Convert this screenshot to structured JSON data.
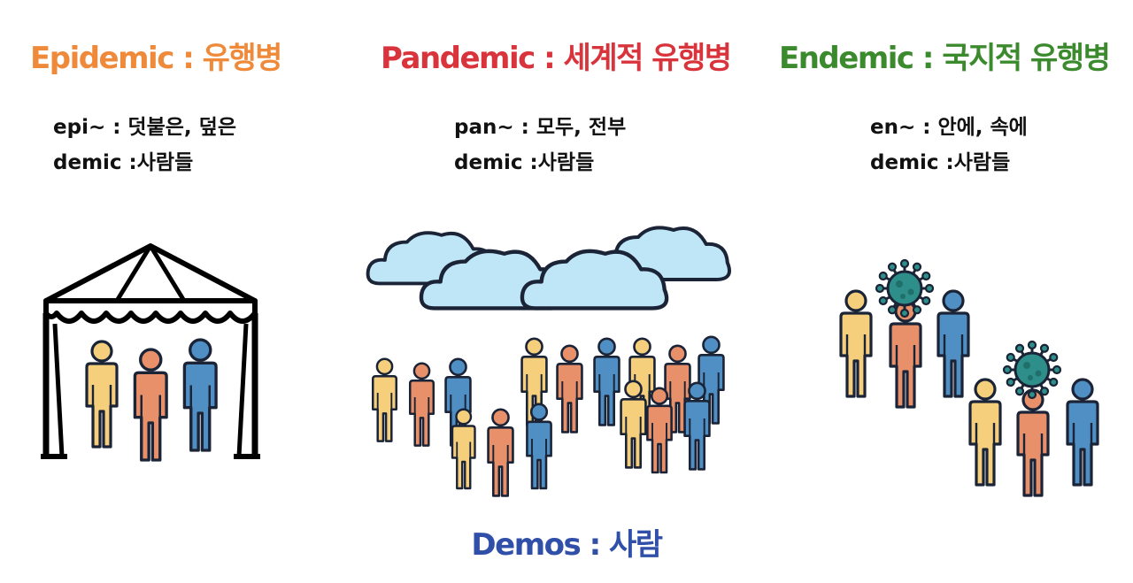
{
  "colors": {
    "epidemic": "#ef8a3a",
    "pandemic": "#d9343c",
    "endemic": "#3c8a2e",
    "demos": "#2f4fa8",
    "person_yellow": "#f5cf7c",
    "person_orange": "#e8906a",
    "person_blue": "#4f8fc4",
    "cloud": "#bfe6f7",
    "virus": "#2e8e8a",
    "outline": "#1b2436"
  },
  "columns": [
    {
      "key": "epidemic",
      "title": "Epidemic : 유행병",
      "line1": "epi~ : 덧붙은, 덮은",
      "line2": "demic :사람들",
      "icon": "tent-people-icon"
    },
    {
      "key": "pandemic",
      "title": "Pandemic : 세계적 유행병",
      "line1": "pan~ : 모두, 전부",
      "line2": "demic :사람들",
      "icon": "crowd-under-clouds-icon"
    },
    {
      "key": "endemic",
      "title": "Endemic : 국지적 유행병",
      "line1": "en~ : 안에, 속에",
      "line2": "demic :사람들",
      "icon": "virus-people-icon"
    }
  ],
  "footer": "Demos : 사람"
}
